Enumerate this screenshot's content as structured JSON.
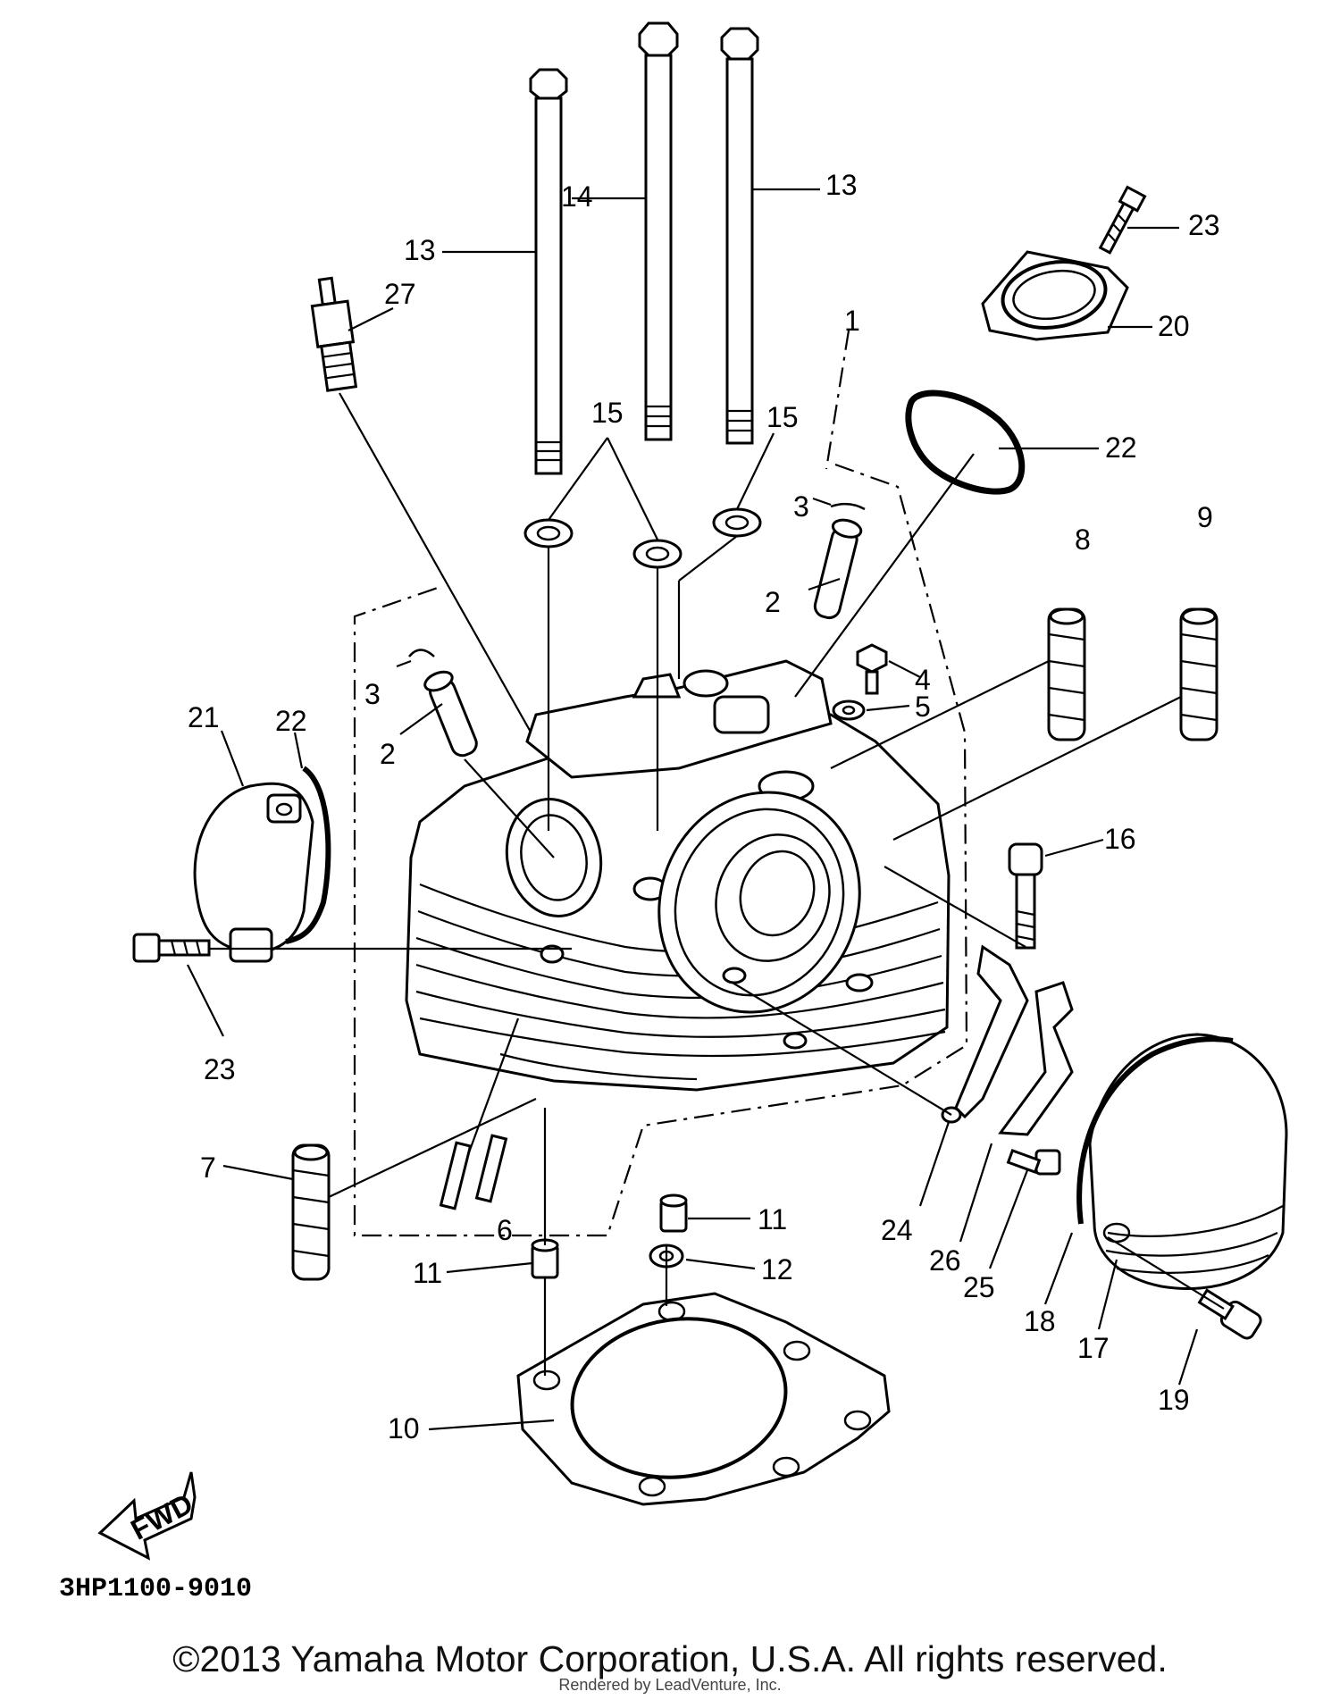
{
  "diagram": {
    "drawing_code": "3HP1100-9010",
    "fwd_label": "FWD",
    "callouts": [
      {
        "id": "c13a",
        "text": "13"
      },
      {
        "id": "c14",
        "text": "14"
      },
      {
        "id": "c13b",
        "text": "13"
      },
      {
        "id": "c23a",
        "text": "23"
      },
      {
        "id": "c27",
        "text": "27"
      },
      {
        "id": "c1",
        "text": "1"
      },
      {
        "id": "c20",
        "text": "20"
      },
      {
        "id": "c15a",
        "text": "15"
      },
      {
        "id": "c15b",
        "text": "15"
      },
      {
        "id": "c22a",
        "text": "22"
      },
      {
        "id": "c3a",
        "text": "3"
      },
      {
        "id": "c8",
        "text": "8"
      },
      {
        "id": "c9",
        "text": "9"
      },
      {
        "id": "c2a",
        "text": "2"
      },
      {
        "id": "c3b",
        "text": "3"
      },
      {
        "id": "c4",
        "text": "4"
      },
      {
        "id": "c21",
        "text": "21"
      },
      {
        "id": "c22b",
        "text": "22"
      },
      {
        "id": "c5",
        "text": "5"
      },
      {
        "id": "c2b",
        "text": "2"
      },
      {
        "id": "c16",
        "text": "16"
      },
      {
        "id": "c23b",
        "text": "23"
      },
      {
        "id": "c7",
        "text": "7"
      },
      {
        "id": "c11a",
        "text": "11"
      },
      {
        "id": "c6",
        "text": "6"
      },
      {
        "id": "c24",
        "text": "24"
      },
      {
        "id": "c11b",
        "text": "11"
      },
      {
        "id": "c12",
        "text": "12"
      },
      {
        "id": "c26",
        "text": "26"
      },
      {
        "id": "c25",
        "text": "25"
      },
      {
        "id": "c18",
        "text": "18"
      },
      {
        "id": "c17",
        "text": "17"
      },
      {
        "id": "c19",
        "text": "19"
      },
      {
        "id": "c10",
        "text": "10"
      }
    ]
  },
  "footer": {
    "copyright": "©2013 Yamaha Motor Corporation, U.S.A. All rights reserved.",
    "render_credit": "Rendered by LeadVenture, Inc."
  }
}
